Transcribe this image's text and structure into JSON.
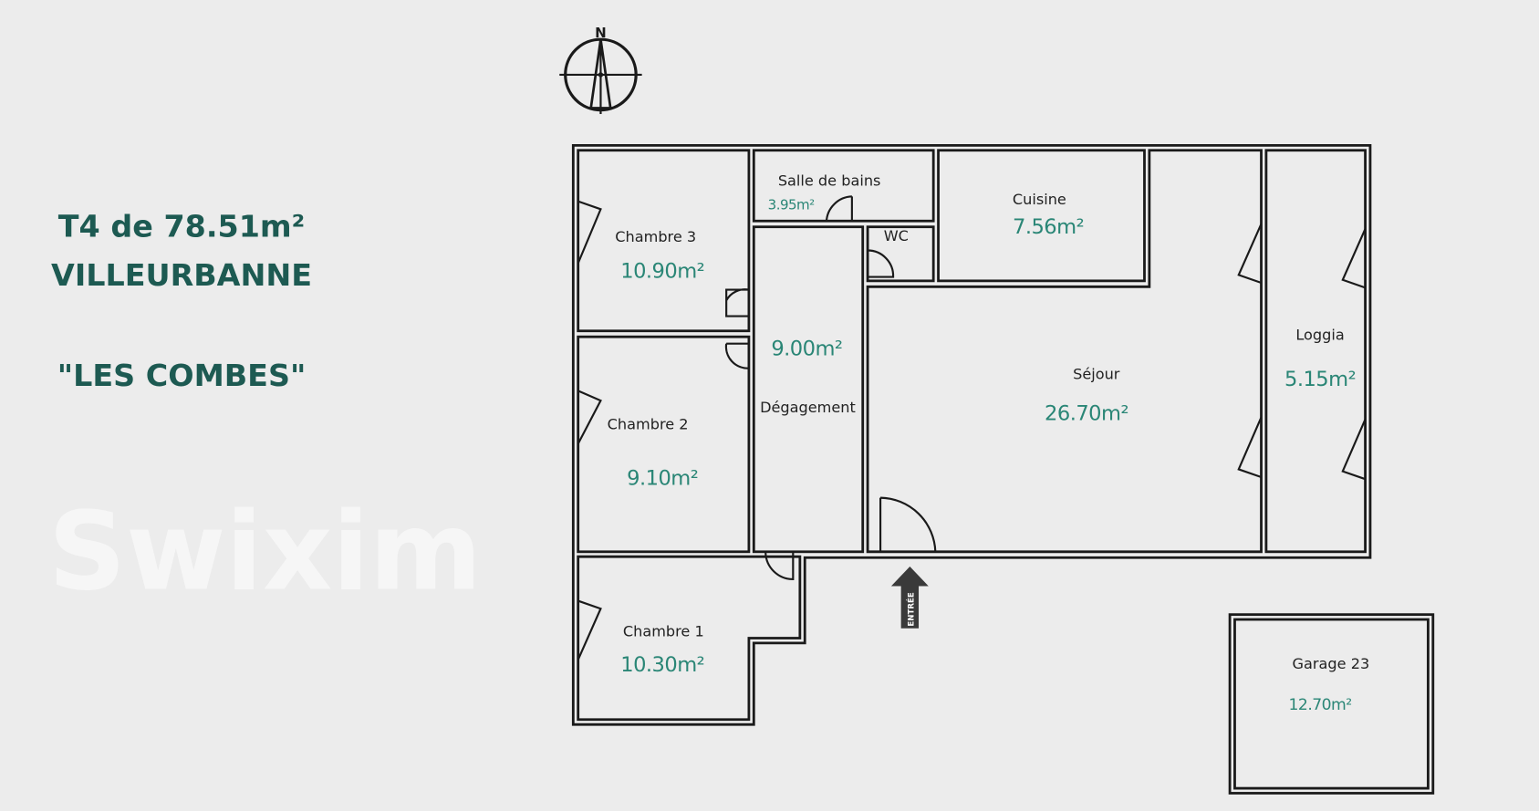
{
  "header": {
    "line1": "T4 de 78.51m²",
    "line2": "VILLEURBANNE",
    "line3": "\"LES COMBES\""
  },
  "compass": {
    "label": "N"
  },
  "watermark": "Swixim",
  "entrance": {
    "label": "ENTRÉE"
  },
  "rooms": [
    {
      "name": "Chambre 3",
      "area": "10.90m²"
    },
    {
      "name": "Salle de bains",
      "area": "3.95m²"
    },
    {
      "name": "WC",
      "area": ""
    },
    {
      "name": "Cuisine",
      "area": "7.56m²"
    },
    {
      "name": "Dégagement",
      "area": "9.00m²"
    },
    {
      "name": "Séjour",
      "area": "26.70m²"
    },
    {
      "name": "Loggia",
      "area": "5.15m²"
    },
    {
      "name": "Chambre 2",
      "area": "9.10m²"
    },
    {
      "name": "Chambre 1",
      "area": "10.30m²"
    },
    {
      "name": "Garage 23",
      "area": "12.70m²"
    }
  ],
  "colors": {
    "title": "#1d5a52",
    "area": "#2a8676",
    "walls": "#1a1a1a",
    "background": "#ececec"
  }
}
